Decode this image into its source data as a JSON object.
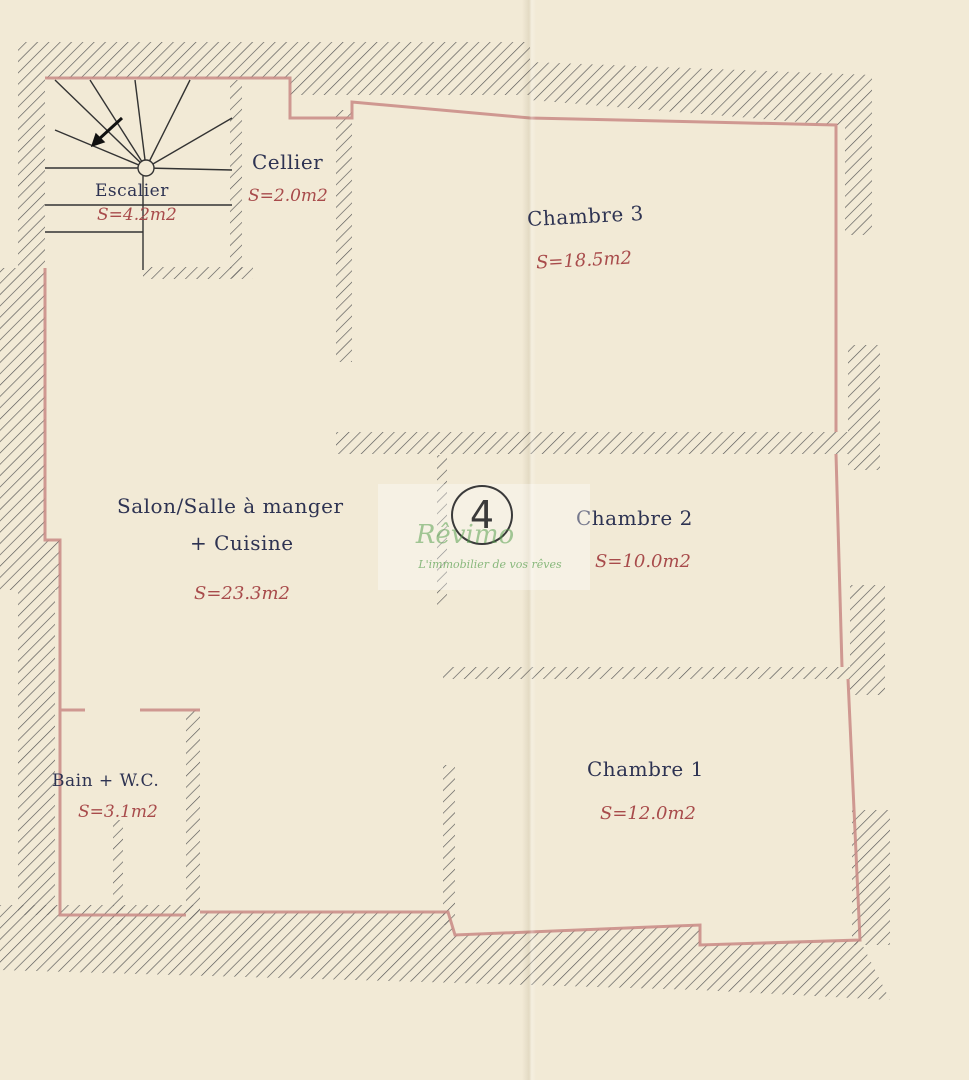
{
  "rooms": {
    "escalier": {
      "name": "Escalier",
      "area": "S=4.2m2"
    },
    "cellier": {
      "name": "Cellier",
      "area": "S=2.0m2"
    },
    "chambre3": {
      "name": "Chambre 3",
      "area": "S=18.5m2"
    },
    "salon": {
      "name_line1": "Salon/Salle à manger",
      "name_line2": "+ Cuisine",
      "area": "S=23.3m2"
    },
    "chambre2": {
      "name": "Chambre 2",
      "area": "S=10.0m2"
    },
    "bain": {
      "name": "Bain + W.C.",
      "area": "S=3.1m2"
    },
    "chambre1": {
      "name": "Chambre 1",
      "area": "S=12.0m2"
    }
  },
  "watermark": {
    "number": "4",
    "brand": "Rêvimo",
    "tagline": "L'immobilier de vos rêves"
  },
  "colors": {
    "paper": "#f2ead6",
    "wall": "#c98a85",
    "hatch": "#4a4a4a",
    "label": "#2e3352",
    "area": "#a84b4b"
  }
}
